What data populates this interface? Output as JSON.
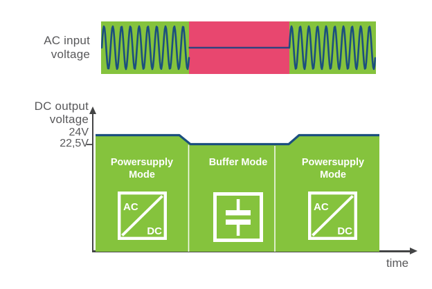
{
  "colors": {
    "green": "#85C33D",
    "pink": "#E8476F",
    "navy": "#1B4F7E",
    "flatnavy": "#31427F",
    "axis": "#434445",
    "label_text": "#58585A",
    "mode_text": "#FFFFFF"
  },
  "ac_row": {
    "label": "AC input voltage",
    "segments": [
      {
        "state": "ac-present",
        "waveform": "sine"
      },
      {
        "state": "ac-failure",
        "waveform": "flat"
      },
      {
        "state": "ac-present",
        "waveform": "sine"
      }
    ]
  },
  "dc_chart": {
    "label": "DC output voltage",
    "tick_high": "24V",
    "tick_low": "22,5V",
    "time_label": "time",
    "levels": {
      "powersupply_mode": "24V",
      "buffer_mode": "22,5V"
    },
    "modes": [
      {
        "label": "Powersupply Mode",
        "icon": "ac-dc-converter"
      },
      {
        "label": "Buffer Mode",
        "icon": "capacitor-buffer"
      },
      {
        "label": "Powersupply Mode",
        "icon": "ac-dc-converter"
      }
    ],
    "converter_icon": {
      "top_label": "AC",
      "bottom_label": "DC"
    }
  }
}
